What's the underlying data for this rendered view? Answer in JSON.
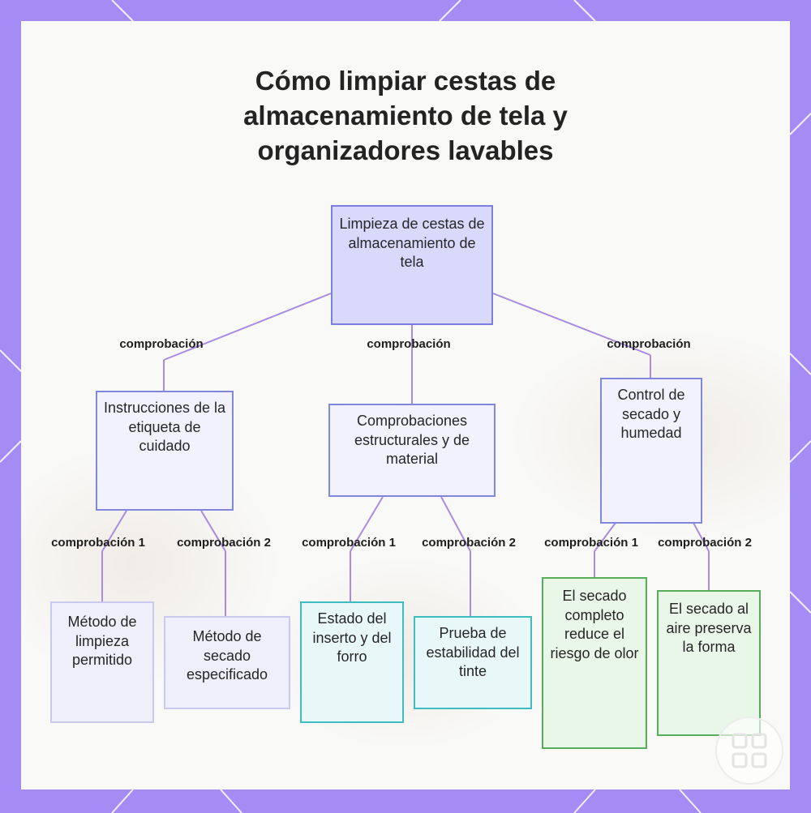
{
  "title": "Cómo limpiar cestas de almacenamiento de tela y organizadores lavables",
  "nodes": {
    "root": "Limpieza de cestas de almacenamiento de tela",
    "care_label": "Instrucciones de la etiqueta de cuidado",
    "structural": "Comprobaciones estructurales y de material",
    "drying": "Control de secado y humedad",
    "cleaning_method": "Método de limpieza permitido",
    "drying_method": "Método de secado especificado",
    "insert_state": "Estado del inserto y del forro",
    "dye_test": "Prueba de estabilidad del tinte",
    "odor": "El secado completo reduce el riesgo de olor",
    "air_dry": "El secado al aire preserva la forma"
  },
  "edge_labels": {
    "root_left": "comprobación",
    "root_center": "comprobación",
    "root_right": "comprobación",
    "care_1": "comprobación 1",
    "care_2": "comprobación 2",
    "struct_1": "comprobación 1",
    "struct_2": "comprobación 2",
    "dry_1": "comprobación 1",
    "dry_2": "comprobación 2"
  },
  "colors": {
    "frame": "#a58cf5",
    "connector": "#a98be0",
    "root_fill": "#d9d9fc",
    "leaf_cyan_border": "#3fbcc0",
    "leaf_green_border": "#58ad5b"
  },
  "icons": [
    "grid-logo-icon"
  ]
}
